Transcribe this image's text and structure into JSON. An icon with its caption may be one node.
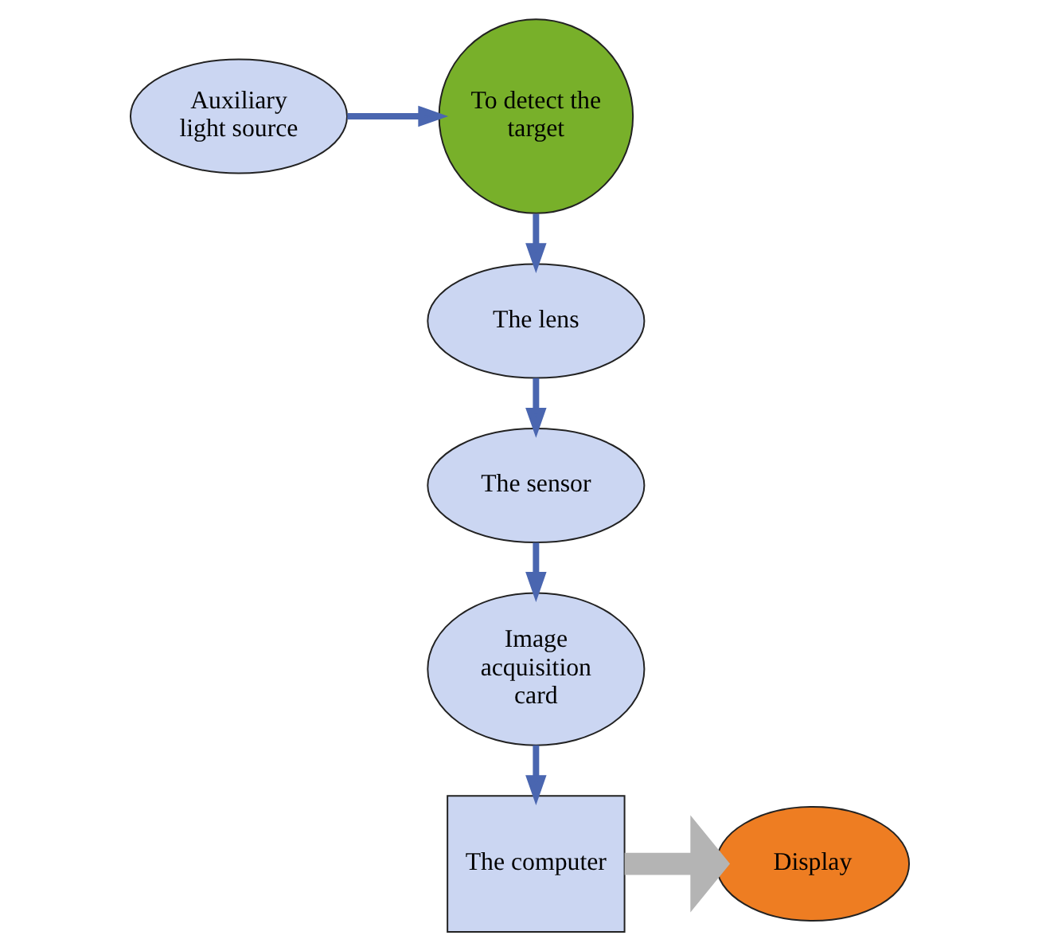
{
  "diagram": {
    "nodes": [
      {
        "text": [
          "To detect the target"
        ]
      },
      {
        "text": [
          "Auxiliary light source"
        ]
      },
      {
        "text": [
          "The lens"
        ]
      },
      {
        "text": [
          "The sensor"
        ]
      },
      {
        "text": [
          "Image acquisition card"
        ]
      },
      {
        "text": [
          "The computer"
        ]
      },
      {
        "text": [
          "Display"
        ]
      }
    ],
    "edges": [
      {
        "from": 1,
        "to": 0,
        "arrow": "to"
      },
      {
        "from": 0,
        "to": 2,
        "arrow": "to"
      },
      {
        "from": 2,
        "to": 3,
        "arrow": "to"
      },
      {
        "from": 3,
        "to": 4,
        "arrow": "to"
      },
      {
        "from": 4,
        "to": 5,
        "arrow": "to"
      },
      {
        "from": 5,
        "to": 6,
        "arrow": "to",
        "style": "thick",
        "color": "#b4b4b4"
      }
    ]
  }
}
